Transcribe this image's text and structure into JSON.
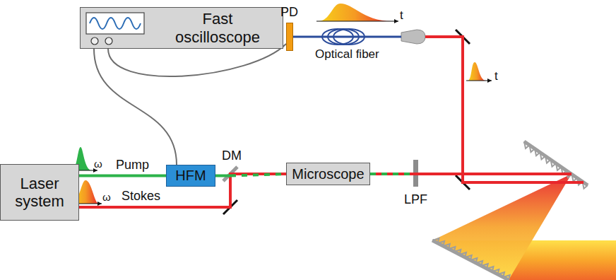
{
  "diagram": {
    "nodes": [
      {
        "text": [
          "Fast oscilloscope"
        ]
      },
      {
        "text": [
          "PD"
        ]
      },
      {
        "text": [
          "Laser system"
        ]
      },
      {
        "text": [
          "HFM"
        ]
      },
      {
        "text": [
          "Microscope"
        ]
      }
    ],
    "edges": [
      {
        "from": 0,
        "to": 3,
        "arrow": "none"
      },
      {
        "from": 0,
        "to": 1,
        "arrow": "none"
      },
      {
        "from": 2,
        "to": 3,
        "label": "Pump",
        "arrow": "none"
      },
      {
        "from": 2,
        "to": 4,
        "label": "Stokes",
        "arrow": "none"
      },
      {
        "from": 3,
        "to": 4,
        "arrow": "none"
      },
      {
        "from": 4,
        "to": 1,
        "arrow": "none"
      }
    ],
    "labels": [
      "t",
      "Optical fiber",
      "t",
      "ω",
      "DM",
      "ω",
      "LPF"
    ]
  }
}
